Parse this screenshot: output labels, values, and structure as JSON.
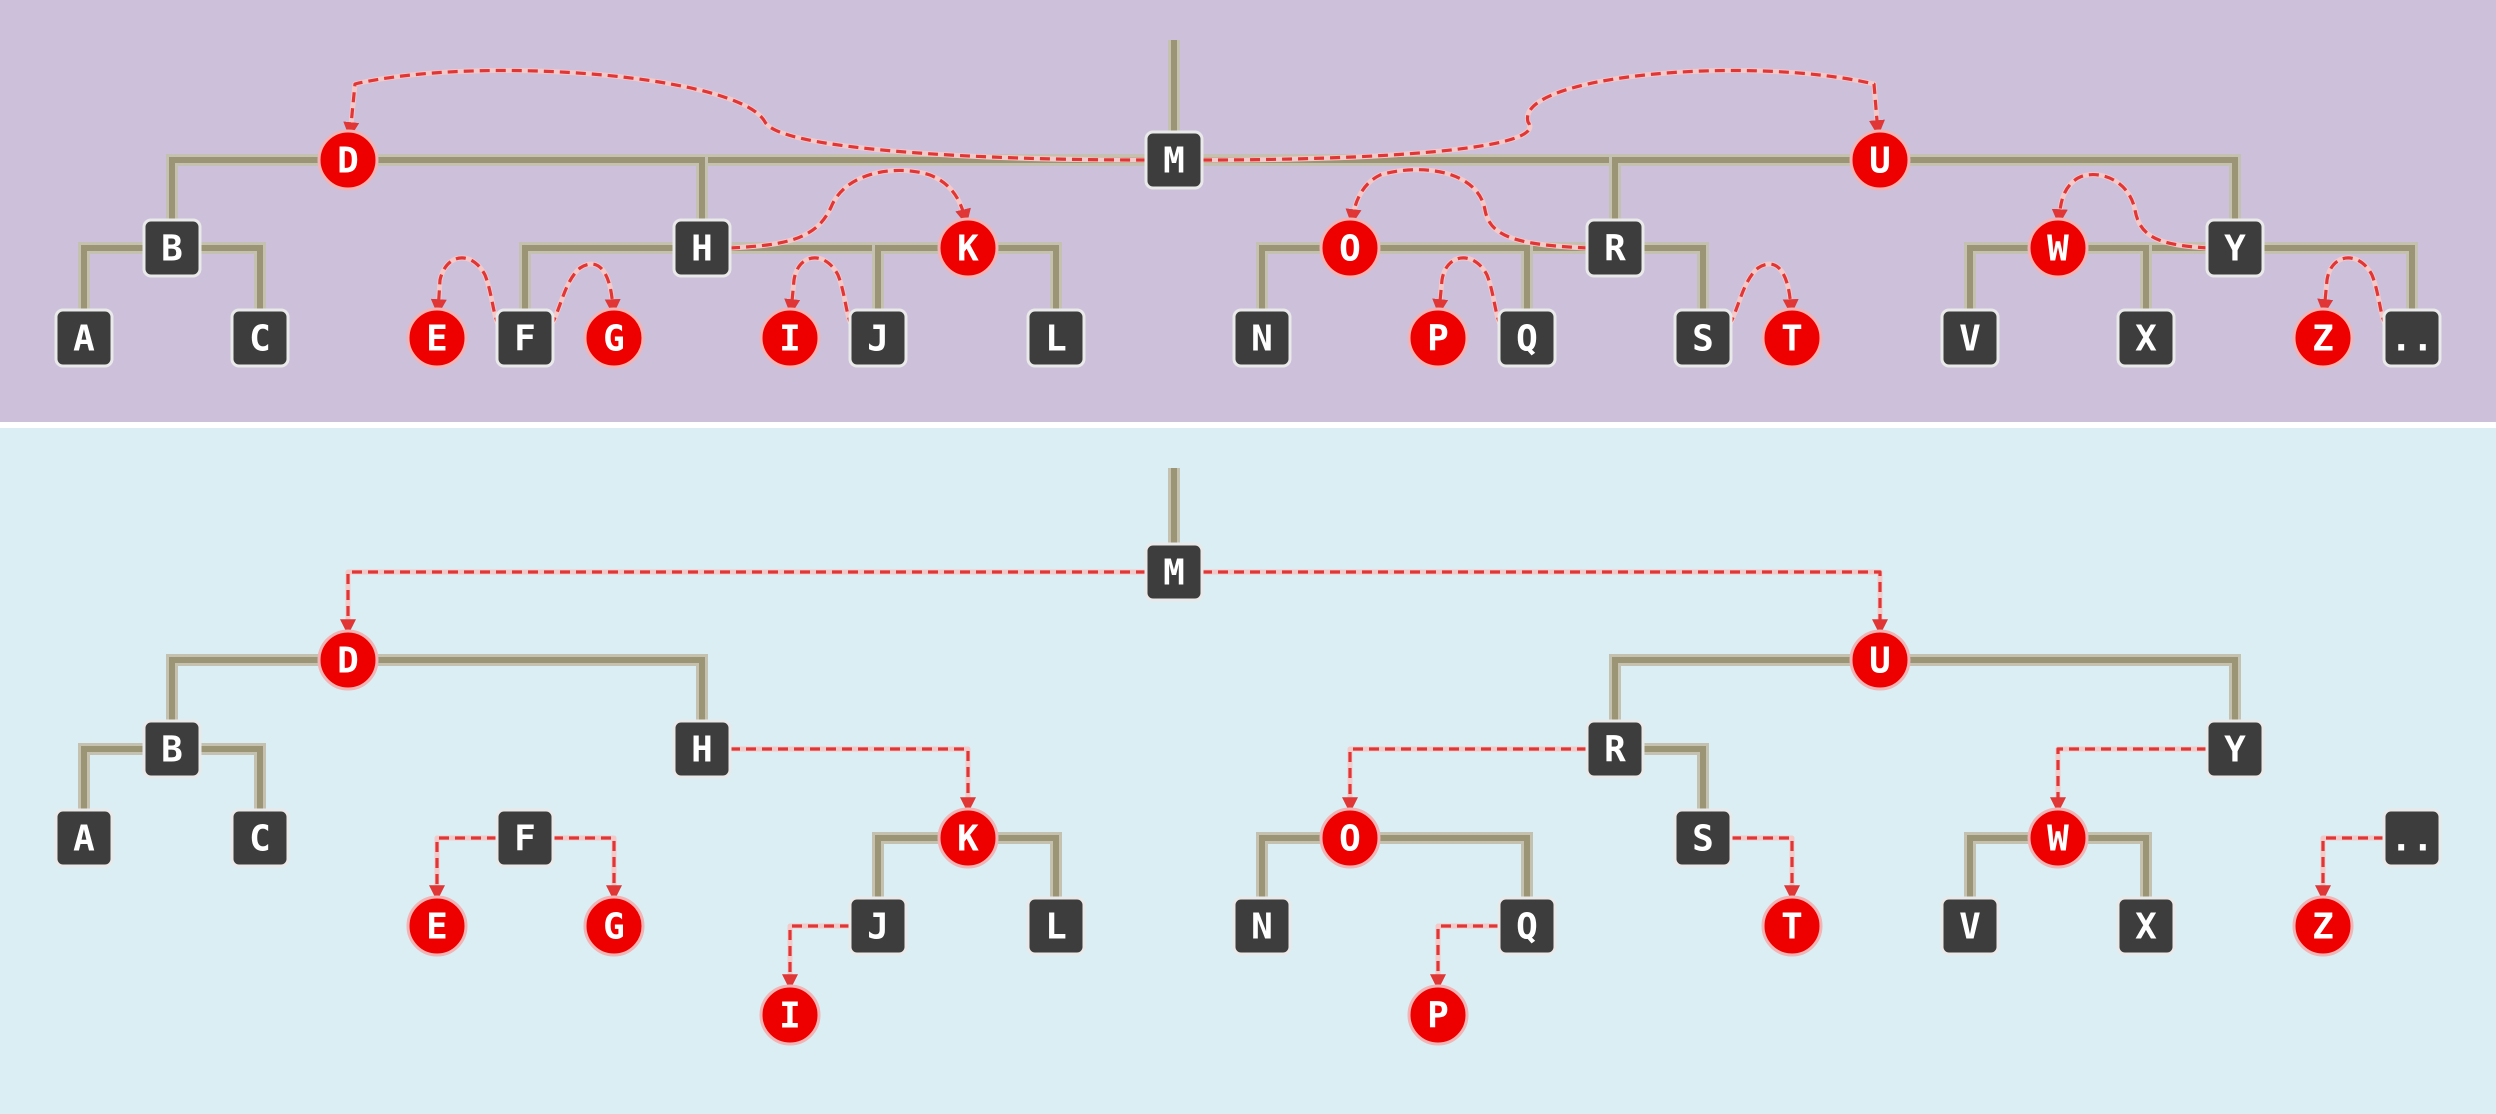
{
  "colors": {
    "top_panel": "#ccc0db",
    "bottom_panel": "#dbeef3",
    "black_node": "#3d3d3d",
    "red_node": "#ee0000",
    "edge": "#9c9575",
    "arrow": "#e03636"
  },
  "panels": [
    {
      "id": "top",
      "nodes": [
        {
          "id": "M",
          "label": "M",
          "color": "black"
        },
        {
          "id": "D",
          "label": "D",
          "color": "red"
        },
        {
          "id": "U",
          "label": "U",
          "color": "red"
        },
        {
          "id": "B",
          "label": "B",
          "color": "black"
        },
        {
          "id": "H",
          "label": "H",
          "color": "black"
        },
        {
          "id": "A",
          "label": "A",
          "color": "black"
        },
        {
          "id": "C",
          "label": "C",
          "color": "black"
        },
        {
          "id": "K",
          "label": "K",
          "color": "red"
        },
        {
          "id": "E",
          "label": "E",
          "color": "red"
        },
        {
          "id": "F",
          "label": "F",
          "color": "black"
        },
        {
          "id": "G",
          "label": "G",
          "color": "red"
        },
        {
          "id": "I",
          "label": "I",
          "color": "red"
        },
        {
          "id": "J",
          "label": "J",
          "color": "black"
        },
        {
          "id": "L",
          "label": "L",
          "color": "black"
        },
        {
          "id": "R",
          "label": "R",
          "color": "black"
        },
        {
          "id": "O",
          "label": "O",
          "color": "red"
        },
        {
          "id": "N",
          "label": "N",
          "color": "black"
        },
        {
          "id": "P",
          "label": "P",
          "color": "red"
        },
        {
          "id": "Q",
          "label": "Q",
          "color": "black"
        },
        {
          "id": "S",
          "label": "S",
          "color": "black"
        },
        {
          "id": "T",
          "label": "T",
          "color": "red"
        },
        {
          "id": "Y",
          "label": "Y",
          "color": "black"
        },
        {
          "id": "W",
          "label": "W",
          "color": "red"
        },
        {
          "id": "V",
          "label": "V",
          "color": "black"
        },
        {
          "id": "X",
          "label": "X",
          "color": "black"
        },
        {
          "id": "Z",
          "label": "Z",
          "color": "red"
        },
        {
          "id": "DD",
          "label": "..",
          "color": "black"
        }
      ],
      "tree_edges": [
        [
          "M",
          "D"
        ],
        [
          "M",
          "U"
        ],
        [
          "D",
          "B"
        ],
        [
          "D",
          "H"
        ],
        [
          "B",
          "A"
        ],
        [
          "B",
          "C"
        ],
        [
          "H",
          "F"
        ],
        [
          "H",
          "K"
        ],
        [
          "K",
          "J"
        ],
        [
          "K",
          "L"
        ],
        [
          "U",
          "R"
        ],
        [
          "U",
          "Y"
        ],
        [
          "R",
          "O"
        ],
        [
          "R",
          "S"
        ],
        [
          "O",
          "N"
        ],
        [
          "O",
          "Q"
        ],
        [
          "Y",
          "W"
        ],
        [
          "Y",
          "DD"
        ],
        [
          "W",
          "V"
        ],
        [
          "W",
          "X"
        ]
      ],
      "arrows": [
        [
          "M",
          "D"
        ],
        [
          "M",
          "U"
        ],
        [
          "H",
          "K"
        ],
        [
          "F",
          "E"
        ],
        [
          "F",
          "G"
        ],
        [
          "J",
          "I"
        ],
        [
          "R",
          "O"
        ],
        [
          "Q",
          "P"
        ],
        [
          "S",
          "T"
        ],
        [
          "Y",
          "W"
        ],
        [
          "DD",
          "Z"
        ]
      ]
    },
    {
      "id": "bottom",
      "nodes": [
        {
          "id": "M",
          "label": "M",
          "color": "black"
        },
        {
          "id": "D",
          "label": "D",
          "color": "red"
        },
        {
          "id": "U",
          "label": "U",
          "color": "red"
        },
        {
          "id": "B",
          "label": "B",
          "color": "black"
        },
        {
          "id": "H",
          "label": "H",
          "color": "black"
        },
        {
          "id": "A",
          "label": "A",
          "color": "black"
        },
        {
          "id": "C",
          "label": "C",
          "color": "black"
        },
        {
          "id": "F",
          "label": "F",
          "color": "black"
        },
        {
          "id": "K",
          "label": "K",
          "color": "red"
        },
        {
          "id": "E",
          "label": "E",
          "color": "red"
        },
        {
          "id": "G",
          "label": "G",
          "color": "red"
        },
        {
          "id": "J",
          "label": "J",
          "color": "black"
        },
        {
          "id": "L",
          "label": "L",
          "color": "black"
        },
        {
          "id": "I",
          "label": "I",
          "color": "red"
        },
        {
          "id": "R",
          "label": "R",
          "color": "black"
        },
        {
          "id": "Y",
          "label": "Y",
          "color": "black"
        },
        {
          "id": "O",
          "label": "O",
          "color": "red"
        },
        {
          "id": "S",
          "label": "S",
          "color": "black"
        },
        {
          "id": "N",
          "label": "N",
          "color": "black"
        },
        {
          "id": "Q",
          "label": "Q",
          "color": "black"
        },
        {
          "id": "T",
          "label": "T",
          "color": "red"
        },
        {
          "id": "P",
          "label": "P",
          "color": "red"
        },
        {
          "id": "W",
          "label": "W",
          "color": "red"
        },
        {
          "id": "DD",
          "label": "..",
          "color": "black"
        },
        {
          "id": "V",
          "label": "V",
          "color": "black"
        },
        {
          "id": "X",
          "label": "X",
          "color": "black"
        },
        {
          "id": "Z",
          "label": "Z",
          "color": "red"
        }
      ],
      "tree_edges": [
        [
          "D",
          "B"
        ],
        [
          "D",
          "H"
        ],
        [
          "B",
          "A"
        ],
        [
          "B",
          "C"
        ],
        [
          "K",
          "J"
        ],
        [
          "K",
          "L"
        ],
        [
          "U",
          "R"
        ],
        [
          "U",
          "Y"
        ],
        [
          "R",
          "S"
        ],
        [
          "O",
          "N"
        ],
        [
          "O",
          "Q"
        ],
        [
          "W",
          "V"
        ],
        [
          "W",
          "X"
        ]
      ],
      "arrows": [
        [
          "M",
          "D"
        ],
        [
          "M",
          "U"
        ],
        [
          "H",
          "K"
        ],
        [
          "F",
          "E"
        ],
        [
          "F",
          "G"
        ],
        [
          "J",
          "I"
        ],
        [
          "R",
          "O"
        ],
        [
          "Q",
          "P"
        ],
        [
          "S",
          "T"
        ],
        [
          "Y",
          "W"
        ],
        [
          "DD",
          "Z"
        ]
      ]
    }
  ]
}
